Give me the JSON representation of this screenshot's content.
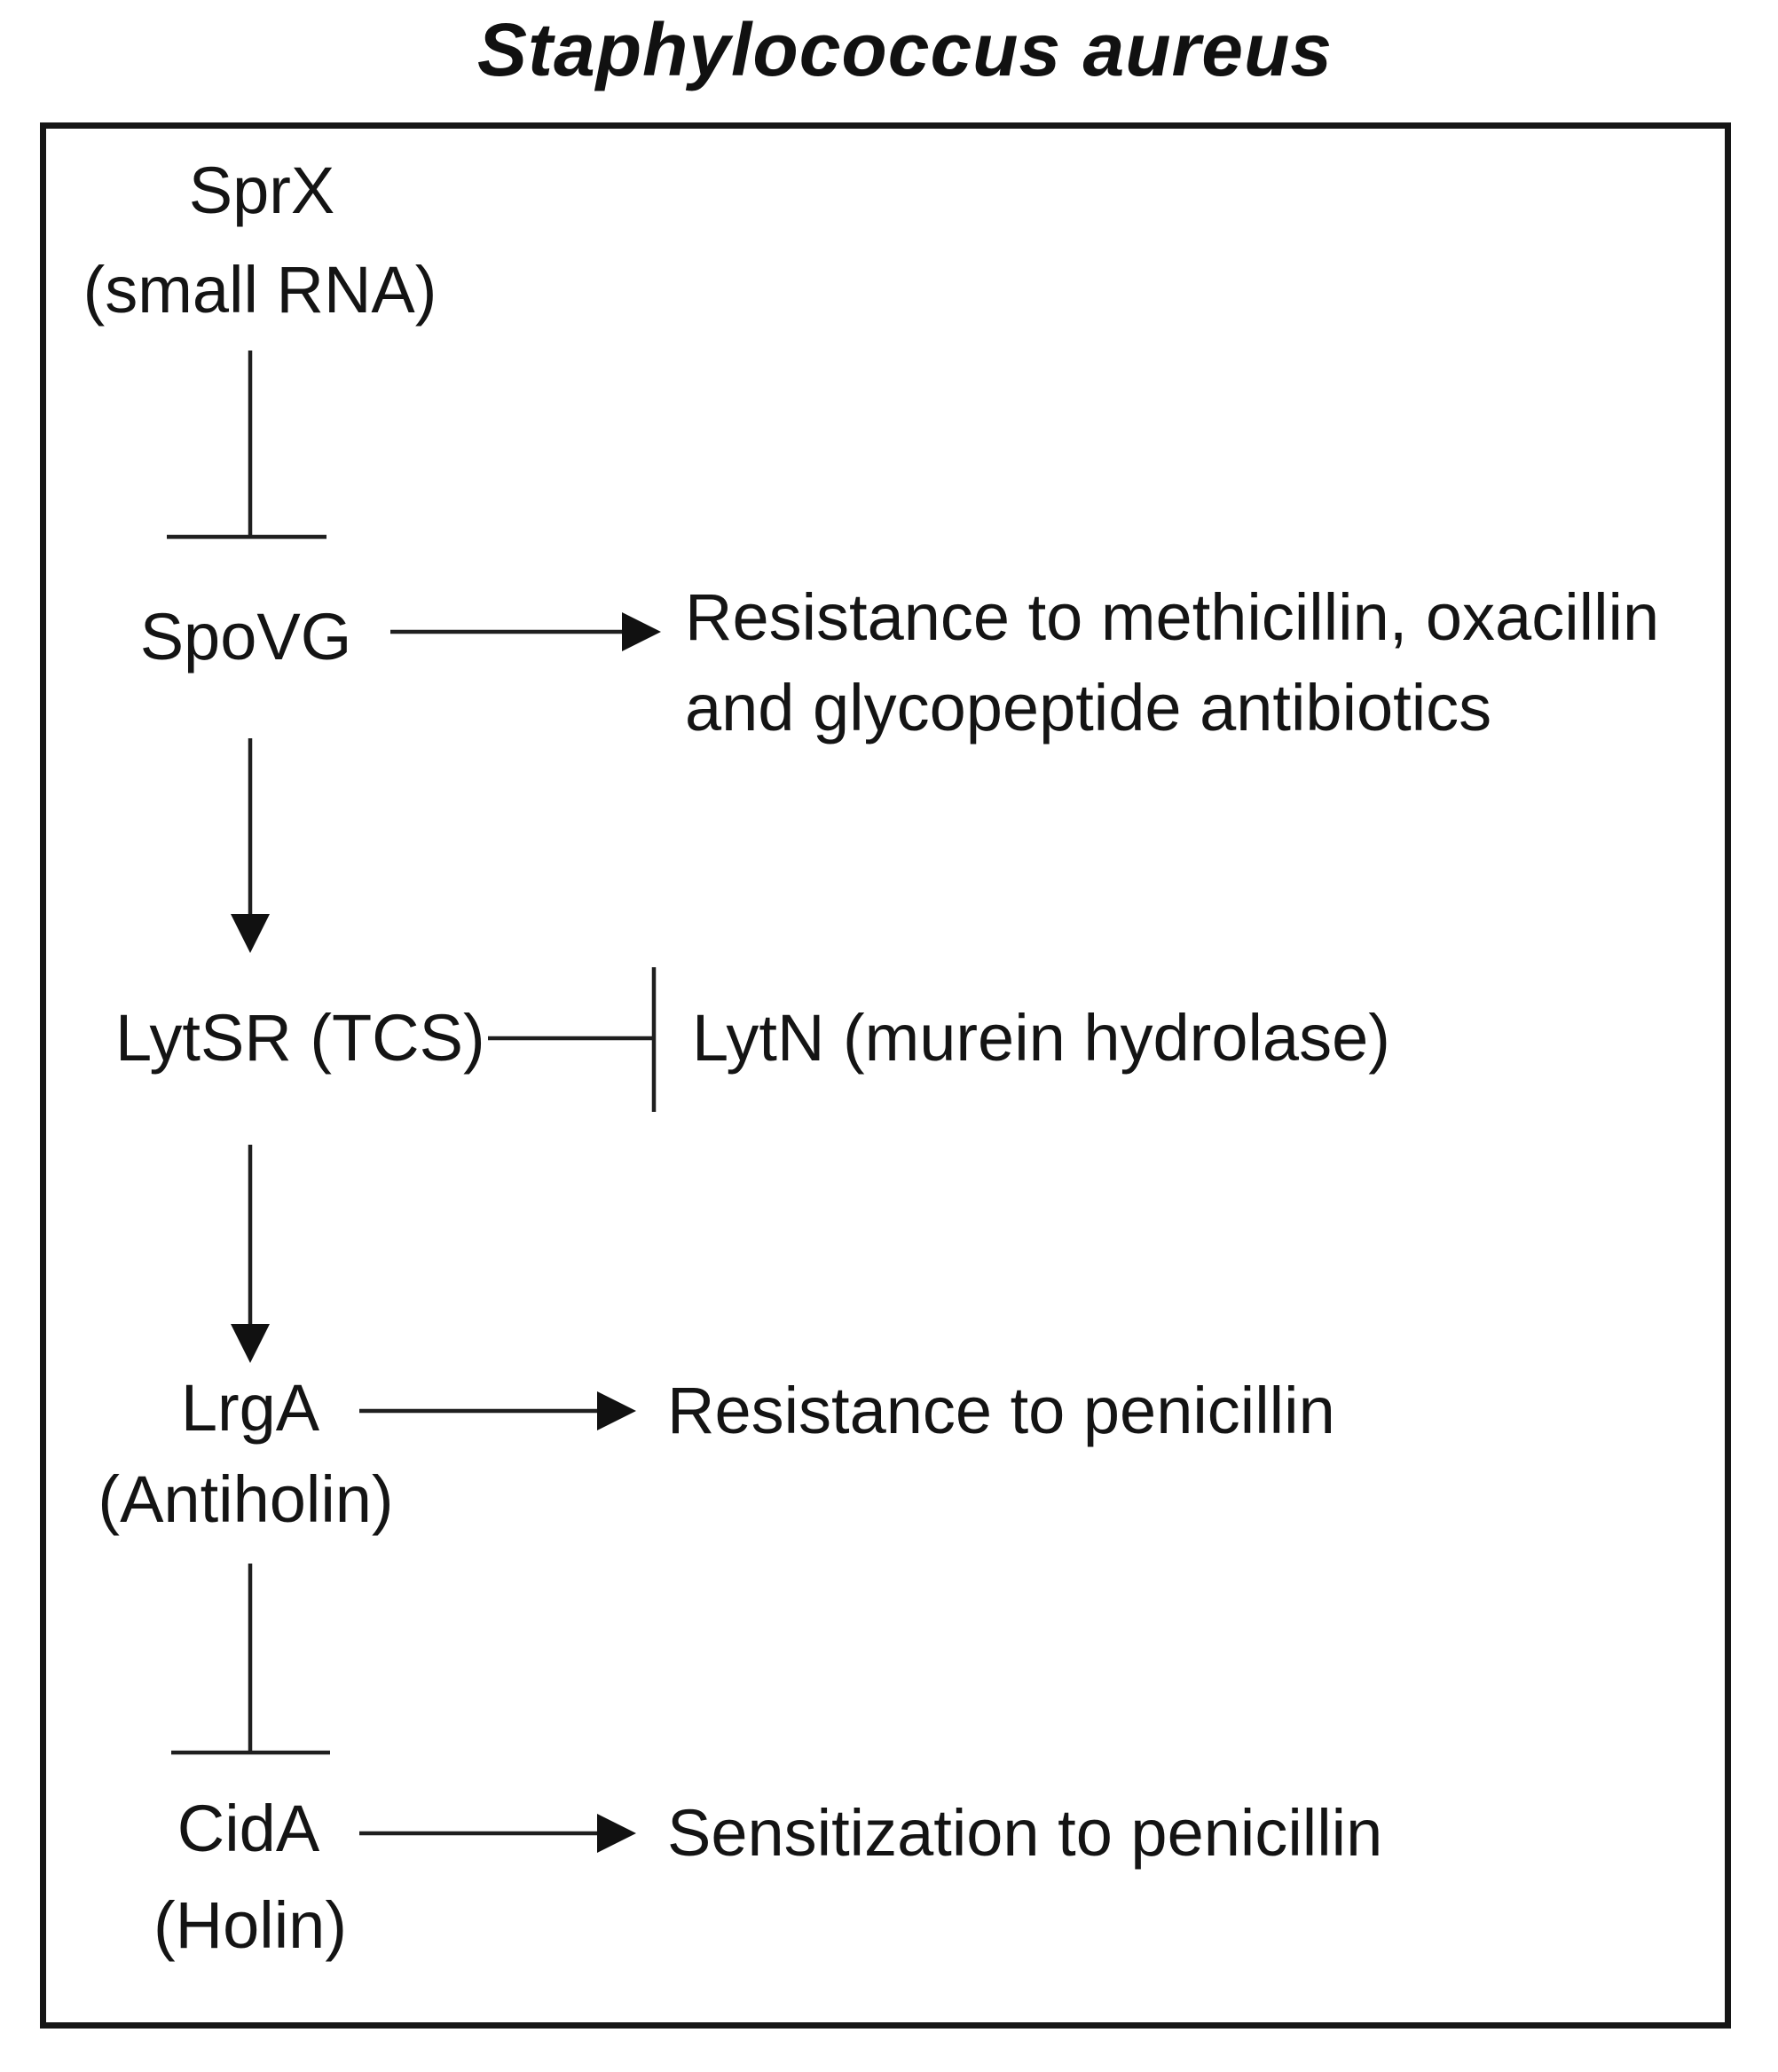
{
  "title": "Staphylococcus aureus",
  "diagram": {
    "nodes": {
      "sprx": {
        "label": "SprX",
        "sublabel": "(small RNA)"
      },
      "spovg": {
        "label": "SpoVG"
      },
      "lytsr": {
        "label": "LytSR (TCS)"
      },
      "lytn": {
        "label": "LytN (murein hydrolase)"
      },
      "lrga": {
        "label": "LrgA",
        "sublabel": "(Antiholin)"
      },
      "cida": {
        "label": "CidA",
        "sublabel": "(Holin)"
      }
    },
    "outcomes": {
      "spovg": {
        "lines": [
          "Resistance to methicillin, oxacillin",
          "and glycopeptide antibiotics"
        ]
      },
      "lrga": {
        "text": "Resistance to penicillin"
      },
      "cida": {
        "text": "Sensitization to penicillin"
      }
    },
    "edges": [
      {
        "from": "SprX",
        "to": "SpoVG",
        "type": "inhibition"
      },
      {
        "from": "SpoVG",
        "to": "Resistance to methicillin, oxacillin and glycopeptide antibiotics",
        "type": "activation"
      },
      {
        "from": "SpoVG",
        "to": "LytSR (TCS)",
        "type": "activation"
      },
      {
        "from": "LytSR (TCS)",
        "to": "LytN (murein hydrolase)",
        "type": "inhibition"
      },
      {
        "from": "LytSR (TCS)",
        "to": "LrgA (Antiholin)",
        "type": "activation"
      },
      {
        "from": "LrgA (Antiholin)",
        "to": "Resistance to penicillin",
        "type": "activation"
      },
      {
        "from": "LrgA (Antiholin)",
        "to": "CidA (Holin)",
        "type": "inhibition"
      },
      {
        "from": "CidA (Holin)",
        "to": "Sensitization to penicillin",
        "type": "activation"
      }
    ]
  },
  "colors": {
    "ink": "#161616",
    "background": "#ffffff"
  }
}
